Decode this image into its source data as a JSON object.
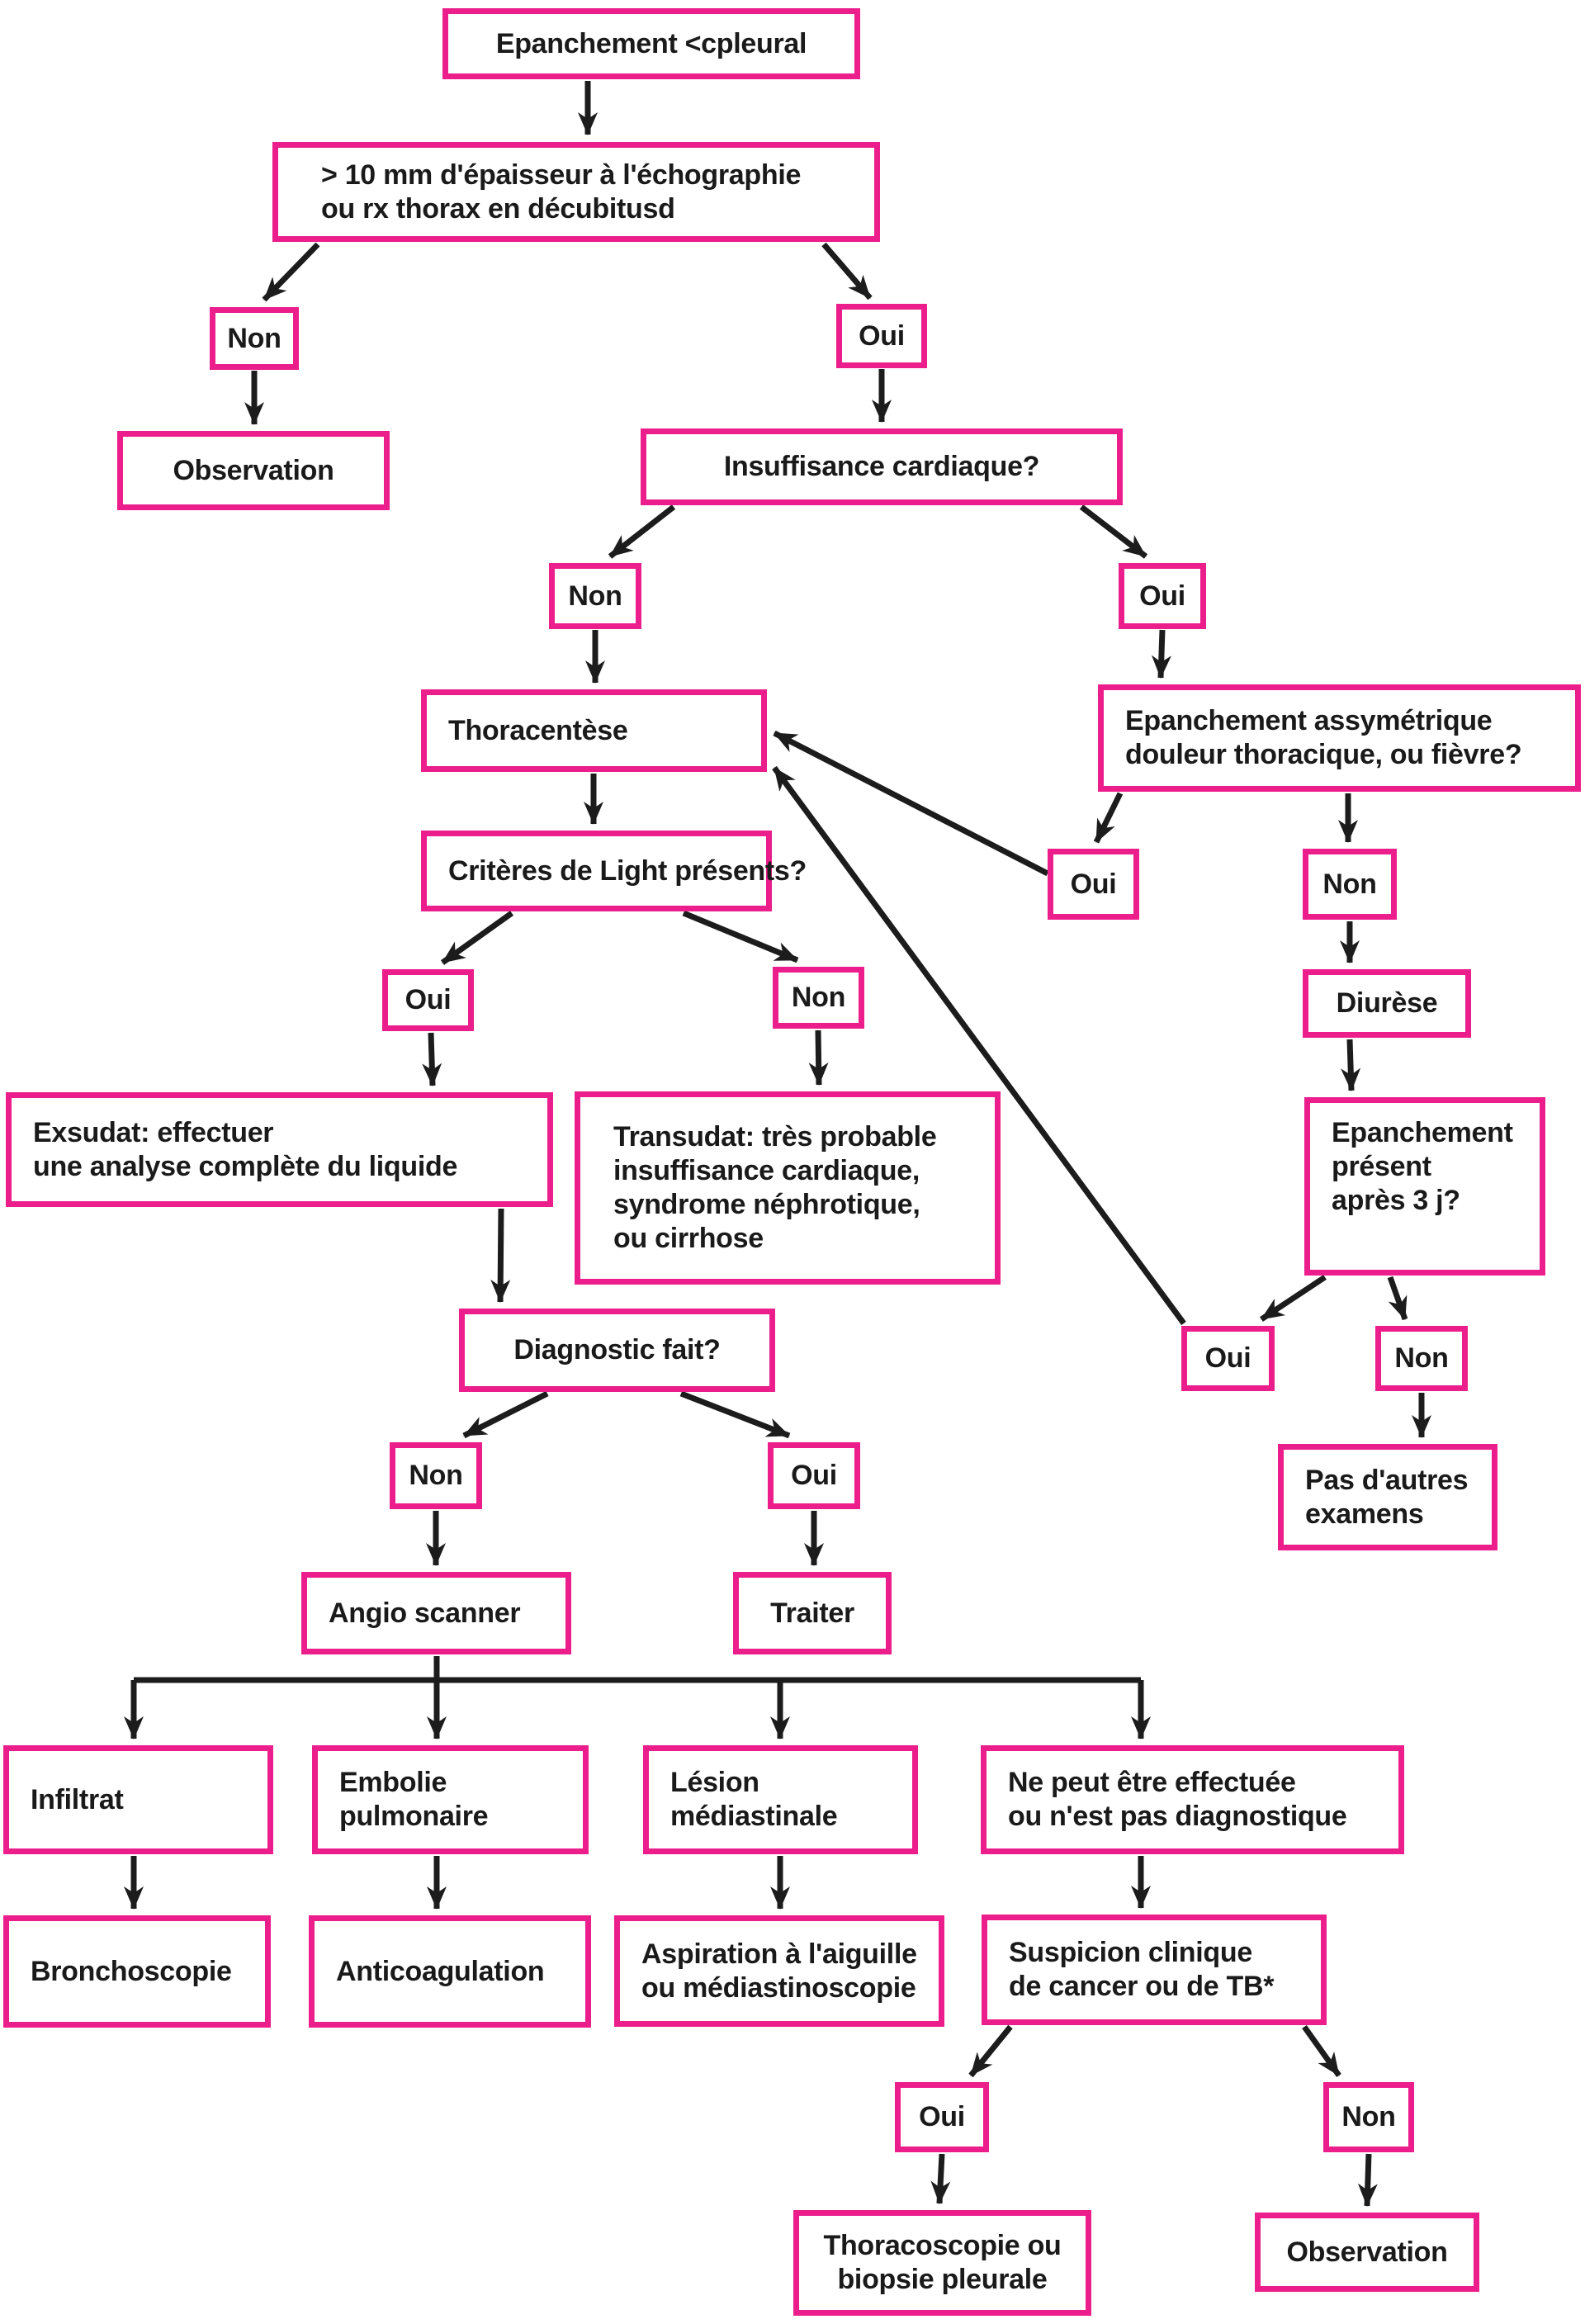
{
  "title": "Algorithme épanchement pleural",
  "colors": {
    "box_border": "#ec1e8c",
    "box_background": "#ffffff",
    "text": "#1a1a1a",
    "arrow": "#1c1c1c"
  },
  "nodes": {
    "n01": "Epanchement  <cpleural",
    "n02": "> 10 mm d'épaisseur à l'échographie\nou rx thorax en décubitusd",
    "n03": "Non",
    "n04": "Oui",
    "n05": "Observation",
    "n06": "Insuffisance cardiaque?",
    "n07": "Non",
    "n08": "Oui",
    "n09": "Thoracentèse",
    "n10": "Epanchement assymétrique\ndouleur thoracique, ou fièvre?",
    "n11": "Critères de Light présents?",
    "n12": "Oui",
    "n13": "Non",
    "n14": "Oui",
    "n15": "Non",
    "n16": "Diurèse",
    "n17": "Exsudat: effectuer\nune analyse complète du liquide",
    "n18": "Transudat: très probable\ninsuffisance cardiaque,\nsyndrome néphrotique,\nou cirrhose",
    "n19": "Epanchement\nprésent\naprès 3  j?",
    "n20": "Diagnostic fait?",
    "n21": "Oui",
    "n22": "Non",
    "n23": "Pas d'autres\nexamens",
    "n24": "Non",
    "n25": "Oui",
    "n26": "Angio scanner",
    "n27": "Traiter",
    "n28": "Infiltrat",
    "n29": "Embolie\npulmonaire",
    "n30": "Lésion\nmédiastinale",
    "n31": "Ne peut être effectuée\nou n'est pas diagnostique",
    "n32": "Bronchoscopie",
    "n33": "Anticoagulation",
    "n34": "Aspiration à l'aiguille\nou médiastinoscopie",
    "n35": "Suspicion clinique\nde cancer ou  de TB*",
    "n36": "Oui",
    "n37": "Non",
    "n38": "Thoracoscopie ou\nbiopsie pleurale",
    "n39": "Observation"
  }
}
